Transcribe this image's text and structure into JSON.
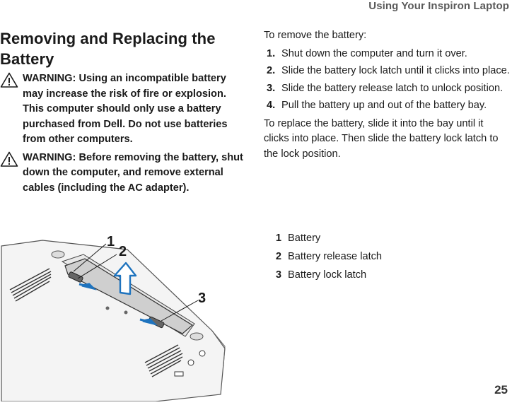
{
  "header": {
    "running_title": "Using Your Inspiron Laptop"
  },
  "section": {
    "title_line1": "Removing and Replacing the",
    "title_line2": "Battery"
  },
  "warnings": [
    "WARNING: Using an incompatible battery may increase the risk of fire or explosion. This computer should only use a battery purchased from Dell. Do not use batteries from other computers.",
    "WARNING: Before removing the battery, shut down the computer, and remove external cables (including the AC adapter)."
  ],
  "remove": {
    "intro": "To remove the battery:",
    "steps": [
      {
        "num": "1.",
        "text": "Shut down the computer and turn it over."
      },
      {
        "num": "2.",
        "text": "Slide the battery lock latch until it clicks into place."
      },
      {
        "num": "3.",
        "text": "Slide the battery release latch to unlock position."
      },
      {
        "num": "4.",
        "text": "Pull the battery up and out of the battery bay."
      }
    ]
  },
  "replace": {
    "text": "To replace the battery, slide it into the bay until it clicks into place. Then slide the battery lock latch to the lock position."
  },
  "figure": {
    "callouts": [
      "1",
      "2",
      "3"
    ],
    "icons": {
      "warning": "warning-triangle-icon"
    },
    "accent": "#1e73be"
  },
  "legend": [
    {
      "num": "1",
      "text": "Battery"
    },
    {
      "num": "2",
      "text": "Battery release latch"
    },
    {
      "num": "3",
      "text": "Battery lock latch"
    }
  ],
  "page_number": "25"
}
